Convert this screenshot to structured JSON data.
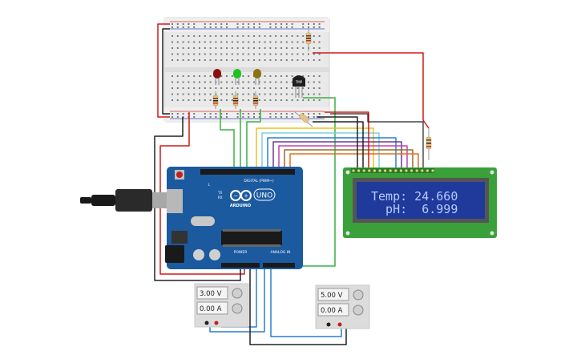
{
  "arduino": {
    "brand": "ARDUINO",
    "model": "UNO",
    "digital_label": "DIGITAL (PWM~)",
    "analog_label": "ANALOG IN",
    "power_label": "POWER",
    "tx_label": "TX",
    "rx_label": "RX",
    "l_label": "L"
  },
  "lcd": {
    "line1": "Temp: 24.660",
    "line2": "  pH:  6.999"
  },
  "sensor": {
    "label": "TMP"
  },
  "supply_left": {
    "voltage": "3.00 V",
    "current": "0.00 A"
  },
  "supply_right": {
    "voltage": "5.00 V",
    "current": "0.00 A"
  },
  "leds": [
    {
      "name": "red",
      "color": "#8a1010"
    },
    {
      "name": "green",
      "color": "#1fc31f"
    },
    {
      "name": "yellow",
      "color": "#8a7410"
    }
  ],
  "colors": {
    "board": "#1c5aa0",
    "lcd_bg": "#1f3a9a",
    "lcd_text": "#b8c8ff",
    "lcd_pcb": "#3aa03a",
    "wire_red": "#d01818",
    "wire_black": "#222222",
    "wire_green": "#3cb043",
    "wire_blue": "#2c7fd0",
    "wire_yellow": "#e8c21a"
  }
}
